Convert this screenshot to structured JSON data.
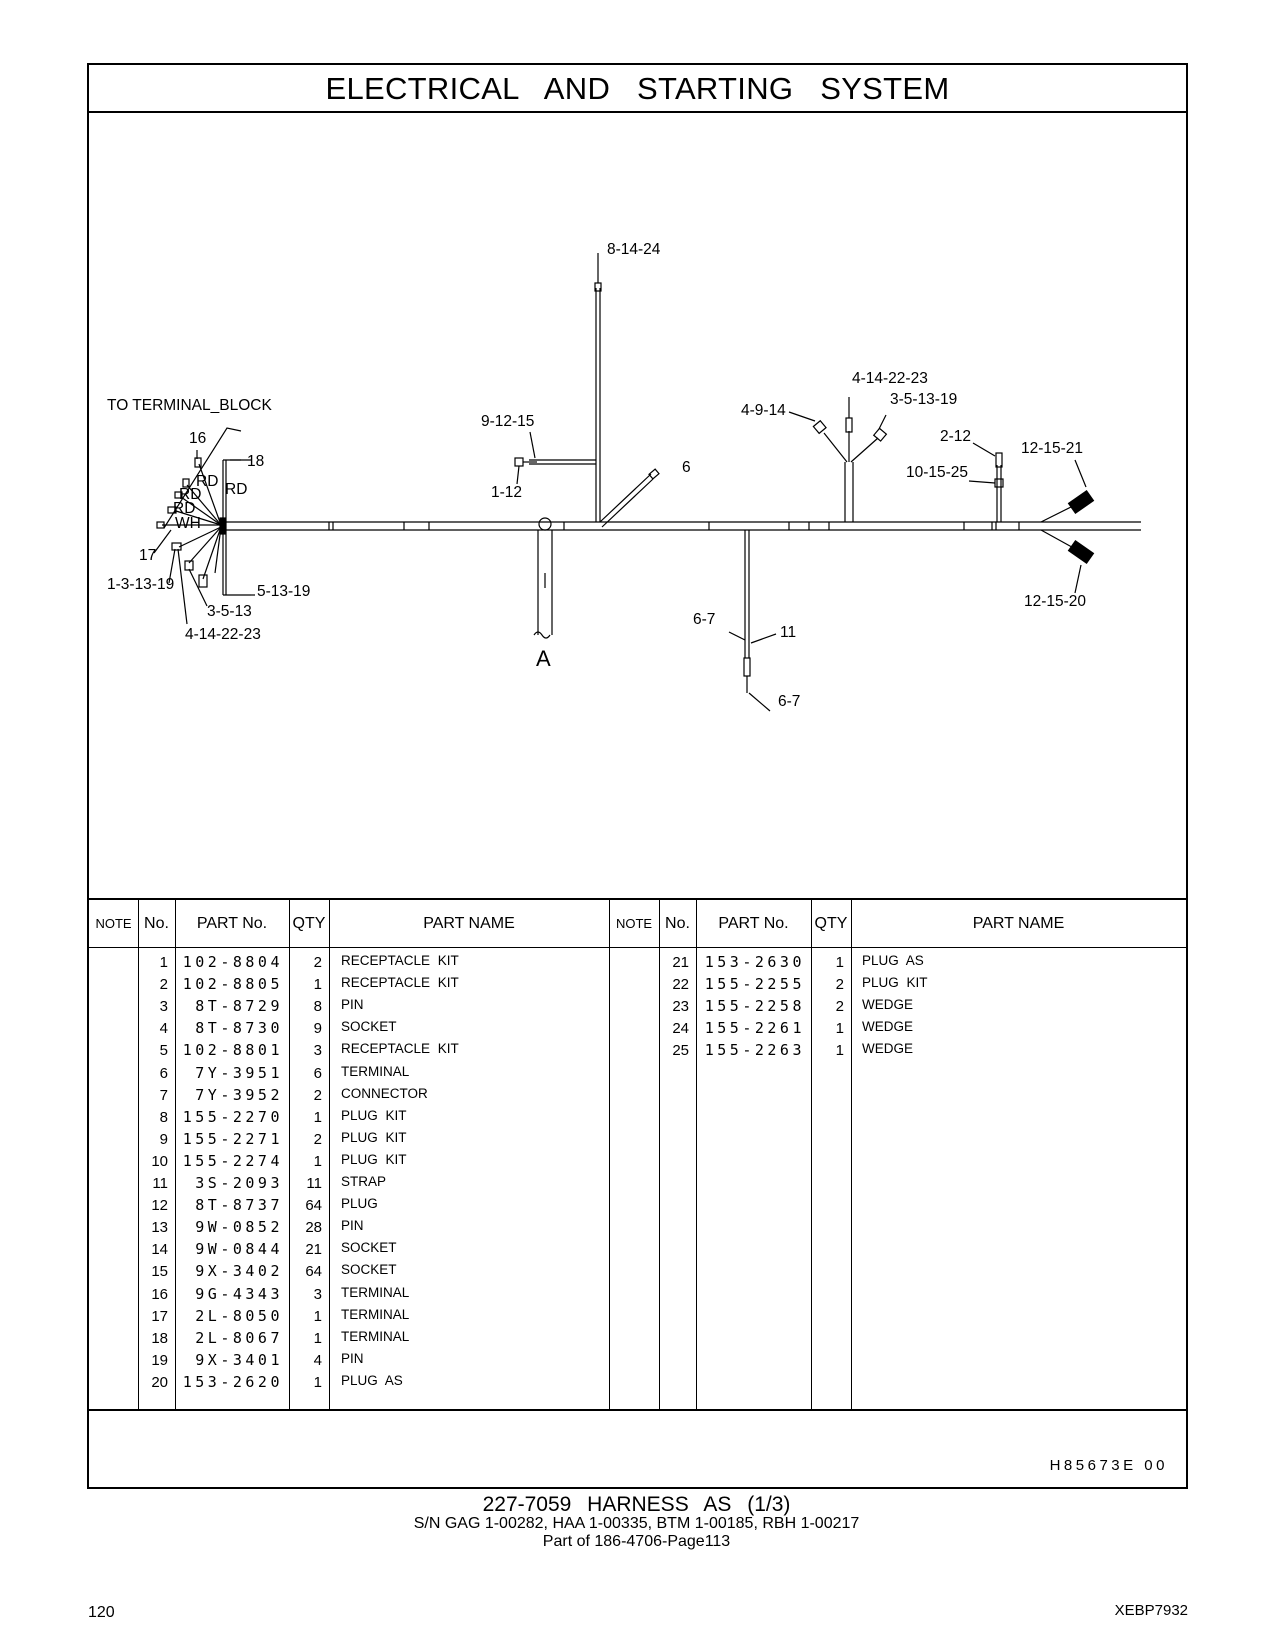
{
  "page": {
    "title": "ELECTRICAL AND STARTING SYSTEM",
    "page_number": "120",
    "doc_code": "XEBP7932"
  },
  "diagram": {
    "callouts": {
      "to_terminal": "TO TERMINAL_BLOCK",
      "c16": "16",
      "c18": "18",
      "rd1": "RD",
      "rd2": "RD",
      "rd3": "RD",
      "rd4": "RD",
      "wh": "WH",
      "c17": "17",
      "c1_3_13_19": "1-3-13-19",
      "c3_5_13": "3-5-13",
      "c4_14_22_23_left": "4-14-22-23",
      "c5_13_19": "5-13-19",
      "c8_14_24": "8-14-24",
      "c9_12_15": "9-12-15",
      "c1_12": "1-12",
      "c6": "6",
      "c4_9_14": "4-9-14",
      "c4_14_22_23_right": "4-14-22-23",
      "c3_5_13_19": "3-5-13-19",
      "c2_12": "2-12",
      "c10_15_25": "10-15-25",
      "c12_15_21": "12-15-21",
      "c12_15_20": "12-15-20",
      "c6_7_a": "6-7",
      "c11": "11",
      "c6_7_b": "6-7",
      "label_a": "A"
    }
  },
  "table": {
    "headers": {
      "note": "NOTE",
      "no": "No.",
      "part_no": "PART No.",
      "qty": "QTY",
      "part_name": "PART NAME"
    },
    "left_rows": [
      {
        "no": "1",
        "part_no": "102-8804",
        "qty": "2",
        "name": "RECEPTACLE KIT"
      },
      {
        "no": "2",
        "part_no": "102-8805",
        "qty": "1",
        "name": "RECEPTACLE KIT"
      },
      {
        "no": "3",
        "part_no": "8T-8729",
        "qty": "8",
        "name": "PIN"
      },
      {
        "no": "4",
        "part_no": "8T-8730",
        "qty": "9",
        "name": "SOCKET"
      },
      {
        "no": "5",
        "part_no": "102-8801",
        "qty": "3",
        "name": "RECEPTACLE KIT"
      },
      {
        "no": "6",
        "part_no": "7Y-3951",
        "qty": "6",
        "name": "TERMINAL"
      },
      {
        "no": "7",
        "part_no": "7Y-3952",
        "qty": "2",
        "name": "CONNECTOR"
      },
      {
        "no": "8",
        "part_no": "155-2270",
        "qty": "1",
        "name": "PLUG KIT"
      },
      {
        "no": "9",
        "part_no": "155-2271",
        "qty": "2",
        "name": "PLUG KIT"
      },
      {
        "no": "10",
        "part_no": "155-2274",
        "qty": "1",
        "name": "PLUG KIT"
      },
      {
        "no": "11",
        "part_no": "3S-2093",
        "qty": "11",
        "name": "STRAP"
      },
      {
        "no": "12",
        "part_no": "8T-8737",
        "qty": "64",
        "name": "PLUG"
      },
      {
        "no": "13",
        "part_no": "9W-0852",
        "qty": "28",
        "name": "PIN"
      },
      {
        "no": "14",
        "part_no": "9W-0844",
        "qty": "21",
        "name": "SOCKET"
      },
      {
        "no": "15",
        "part_no": "9X-3402",
        "qty": "64",
        "name": "SOCKET"
      },
      {
        "no": "16",
        "part_no": "9G-4343",
        "qty": "3",
        "name": "TERMINAL"
      },
      {
        "no": "17",
        "part_no": "2L-8050",
        "qty": "1",
        "name": "TERMINAL"
      },
      {
        "no": "18",
        "part_no": "2L-8067",
        "qty": "1",
        "name": "TERMINAL"
      },
      {
        "no": "19",
        "part_no": "9X-3401",
        "qty": "4",
        "name": "PIN"
      },
      {
        "no": "20",
        "part_no": "153-2620",
        "qty": "1",
        "name": "PLUG AS"
      }
    ],
    "right_rows": [
      {
        "no": "21",
        "part_no": "153-2630",
        "qty": "1",
        "name": "PLUG AS"
      },
      {
        "no": "22",
        "part_no": "155-2255",
        "qty": "2",
        "name": "PLUG KIT"
      },
      {
        "no": "23",
        "part_no": "155-2258",
        "qty": "2",
        "name": "WEDGE"
      },
      {
        "no": "24",
        "part_no": "155-2261",
        "qty": "1",
        "name": "WEDGE"
      },
      {
        "no": "25",
        "part_no": "155-2263",
        "qty": "1",
        "name": "WEDGE"
      }
    ]
  },
  "footer": {
    "drawing_code": "H85673E 00"
  },
  "caption": {
    "line1": "227-7059 HARNESS AS (1/3)",
    "line2": "S/N GAG 1-00282, HAA 1-00335, BTM 1-00185, RBH 1-00217",
    "line3": "Part of 186-4706-Page113"
  }
}
